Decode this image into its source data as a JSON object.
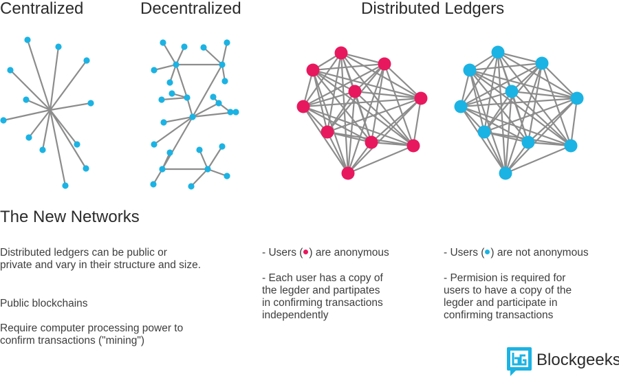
{
  "headings": {
    "centralized": "Centralized",
    "decentralized": "Decentralized",
    "distributed": "Distributed Ledgers"
  },
  "colors": {
    "cyan": "#1bb3e3",
    "pink": "#e8185f",
    "edge": "#8c8c8c"
  },
  "section_title": "The New Networks",
  "left_text": {
    "line1": "Distributed ledgers can be public or",
    "line2": "private and vary in their structure and size.",
    "public": "Public blockchains",
    "req1": "Require computer processing power to",
    "req2": "confirm transactions (\"mining\")"
  },
  "middle_text": {
    "users_prefix": "- Users (",
    "users_suffix": ") are anonymous",
    "copy1": "- Each user has a copy of",
    "copy2": "the legder and partipates",
    "copy3": "in confirming transactions",
    "copy4": "independently"
  },
  "right_text": {
    "users_prefix": "- Users (",
    "users_suffix": ") are  not anonymous",
    "perm1": "- Permision is required for",
    "perm2": "users to have a copy of the",
    "perm3": "legder and participate in",
    "perm4": "confirming transactions"
  },
  "logo": {
    "text": "Blockgeeks",
    "icon": "blockgeeks-logo-icon"
  }
}
